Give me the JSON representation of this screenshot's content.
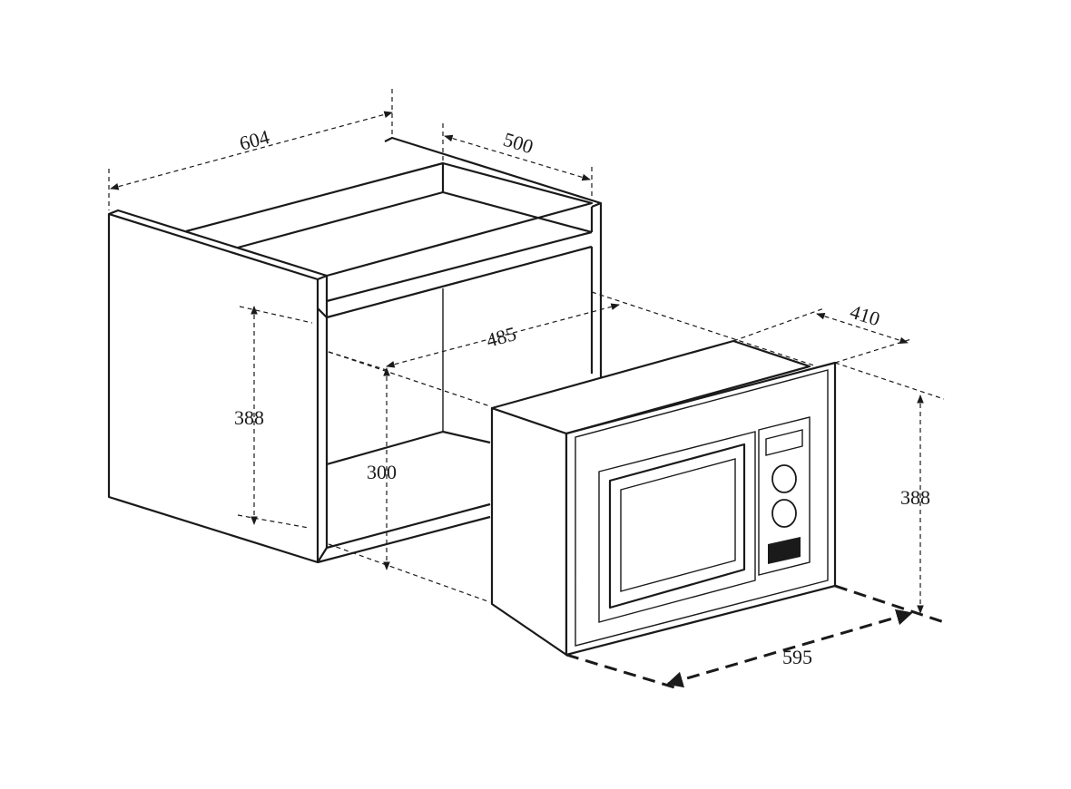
{
  "dimensions": {
    "cabinet_width": "604",
    "cabinet_depth": "500",
    "cabinet_height": "388",
    "opening_depth": "485",
    "opening_height": "300",
    "unit_depth": "410",
    "unit_height": "388",
    "unit_width": "595"
  },
  "colors": {
    "line": "#1a1a1a",
    "background": "#ffffff"
  }
}
